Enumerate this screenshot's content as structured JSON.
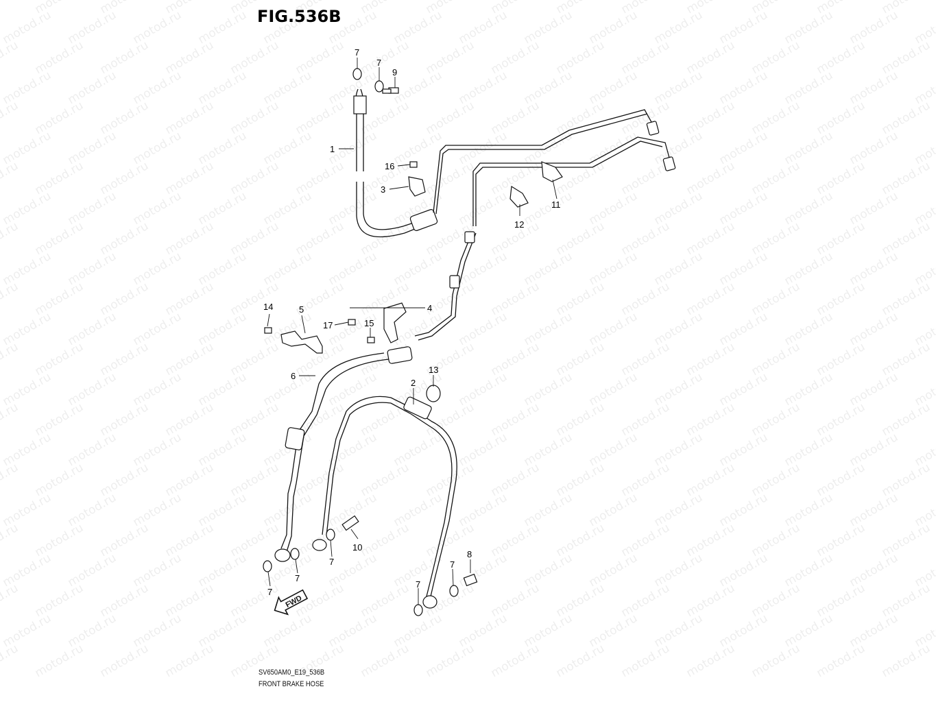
{
  "figure": {
    "title": "FIG.536B",
    "code": "SV650AM0_E19_536B",
    "name": "FRONT BRAKE HOSE",
    "fwd_label": "FWD",
    "watermark": "motod.ru"
  },
  "callouts": [
    {
      "key": "c1",
      "text": "1"
    },
    {
      "key": "c2",
      "text": "2"
    },
    {
      "key": "c3",
      "text": "3"
    },
    {
      "key": "c4",
      "text": "4"
    },
    {
      "key": "c5",
      "text": "5"
    },
    {
      "key": "c6",
      "text": "6"
    },
    {
      "key": "c7a",
      "text": "7"
    },
    {
      "key": "c7b",
      "text": "7"
    },
    {
      "key": "c7c",
      "text": "7"
    },
    {
      "key": "c7d",
      "text": "7"
    },
    {
      "key": "c7e",
      "text": "7"
    },
    {
      "key": "c7f",
      "text": "7"
    },
    {
      "key": "c7g",
      "text": "7"
    },
    {
      "key": "c8",
      "text": "8"
    },
    {
      "key": "c9",
      "text": "9"
    },
    {
      "key": "c10",
      "text": "10"
    },
    {
      "key": "c11",
      "text": "11"
    },
    {
      "key": "c12",
      "text": "12"
    },
    {
      "key": "c13",
      "text": "13"
    },
    {
      "key": "c14",
      "text": "14"
    },
    {
      "key": "c15",
      "text": "15"
    },
    {
      "key": "c16",
      "text": "16"
    },
    {
      "key": "c17",
      "text": "17"
    }
  ]
}
